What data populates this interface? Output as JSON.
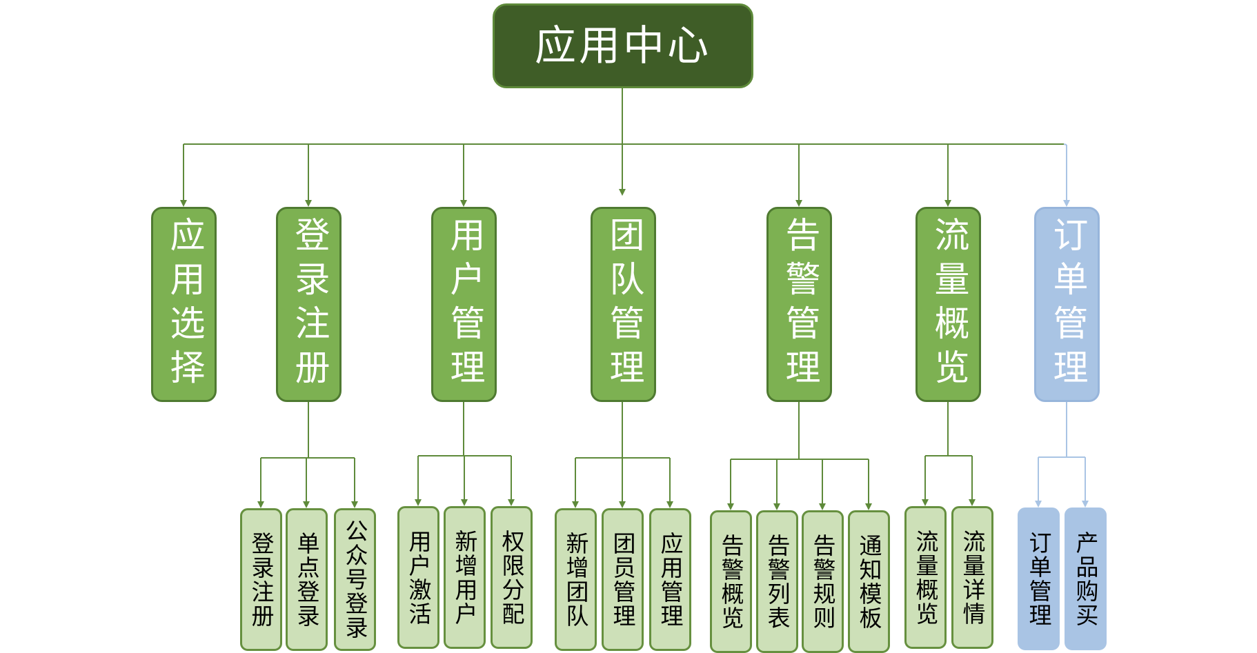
{
  "root": {
    "label": "应用中心"
  },
  "modules": [
    {
      "label": "应用选择",
      "color": "green",
      "children": []
    },
    {
      "label": "登录注册",
      "color": "green",
      "children": [
        "登录注册",
        "单点登录",
        "公众号登录"
      ]
    },
    {
      "label": "用户管理",
      "color": "green",
      "children": [
        "用户激活",
        "新增用户",
        "权限分配"
      ]
    },
    {
      "label": "团队管理",
      "color": "green",
      "children": [
        "新增团队",
        "团员管理",
        "应用管理"
      ]
    },
    {
      "label": "告警管理",
      "color": "green",
      "children": [
        "告警概览",
        "告警列表",
        "告警规则",
        "通知模板"
      ]
    },
    {
      "label": "流量概览",
      "color": "green",
      "children": [
        "流量概览",
        "流量详情"
      ]
    },
    {
      "label": "订单管理",
      "color": "blue",
      "children": [
        "订单管理",
        "产品购买"
      ]
    }
  ],
  "colors": {
    "root_fill": "#3f5d27",
    "level1_green": "#7db152",
    "level2_green": "#cde0b8",
    "blue_fill": "#a9c4e4",
    "green_line": "#5e8a3a",
    "blue_line": "#a9c4e4"
  }
}
